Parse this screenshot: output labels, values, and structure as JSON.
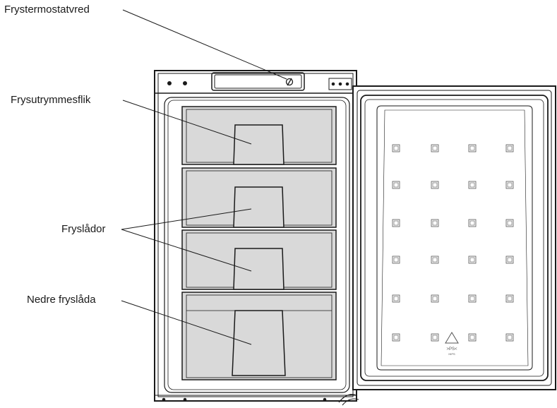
{
  "labels": {
    "thermostat": "Frystermostatvred",
    "flap": "Frysutrymmesflik",
    "drawers": "Fryslådor",
    "bottom_drawer": "Nedre fryslåda"
  },
  "door_stamp": {
    "symbol": "♳",
    "code": ">PS<",
    "sub": "HIPS"
  },
  "colors": {
    "line": "#1a1a1a",
    "drawer_fill": "#d9d9d9",
    "cabinet_fill": "#ffffff"
  }
}
